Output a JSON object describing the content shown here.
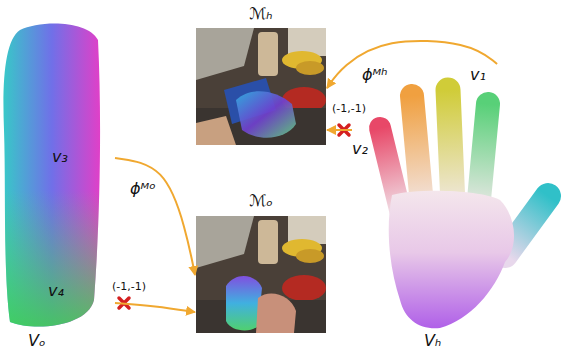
{
  "diagram": {
    "nodes": [
      {
        "text": [
          "v₃",
          "v₄",
          "Vₒ"
        ]
      },
      {
        "text": [
          "ℳₕ"
        ]
      },
      {
        "text": [
          "ℳₒ"
        ]
      },
      {
        "text": [
          "v₁",
          "v₂",
          "Vₕ"
        ]
      }
    ],
    "edges": [
      {
        "from": 3,
        "to": 1,
        "arrow": "to",
        "label": "ϕᴹʰ"
      },
      {
        "from": 3,
        "to": 1,
        "arrow": "to",
        "label": "(-1,-1)"
      },
      {
        "from": 0,
        "to": 2,
        "arrow": "to",
        "label": "ϕᴹᵒ"
      },
      {
        "from": 0,
        "to": 2,
        "arrow": "to",
        "label": "(-1,-1)"
      }
    ]
  }
}
